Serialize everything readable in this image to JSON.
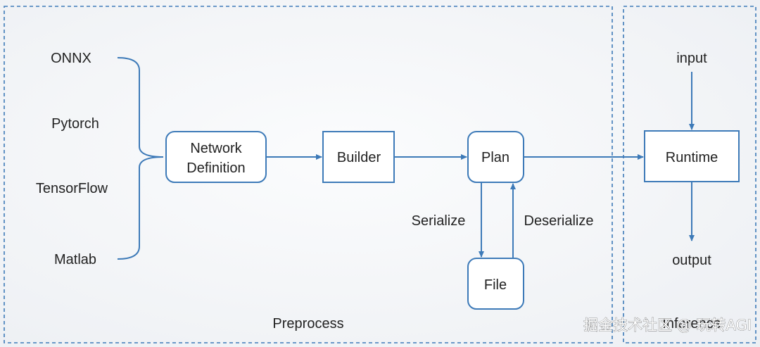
{
  "sources": [
    "ONNX",
    "Pytorch",
    "TensorFlow",
    "Matlab"
  ],
  "nodes": {
    "network_definition": [
      "Network",
      "Definition"
    ],
    "builder": "Builder",
    "plan": "Plan",
    "file": "File",
    "runtime": "Runtime"
  },
  "edge_labels": {
    "serialize": "Serialize",
    "deserialize": "Deserialize"
  },
  "io": {
    "input": "input",
    "output": "output"
  },
  "regions": {
    "preprocess": "Preprocess",
    "inference": "Inference"
  },
  "watermark": "掘金技术社区 @ 玩转AGI",
  "colors": {
    "line": "#3d7ab8",
    "dashed": "#3d7ab8",
    "text": "#222222"
  }
}
